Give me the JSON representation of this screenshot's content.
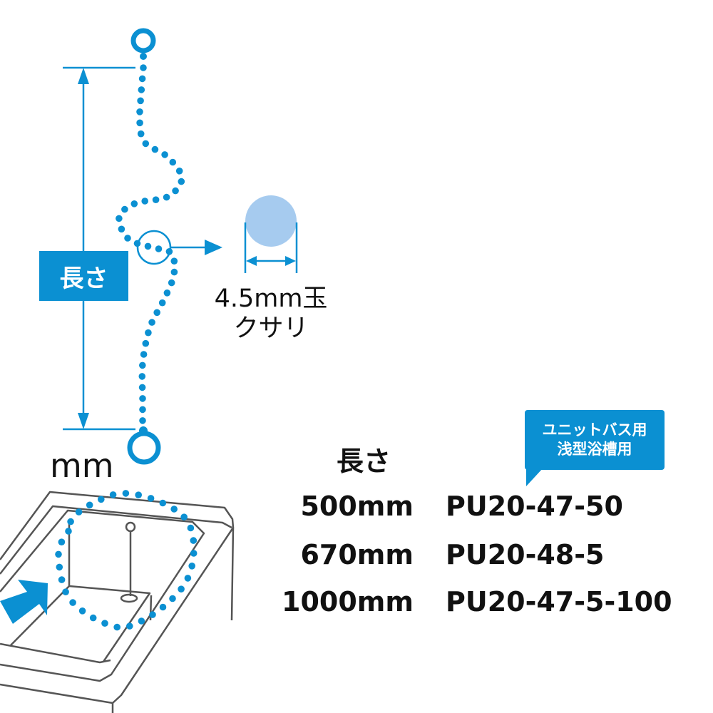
{
  "length_label": "長さ",
  "bead_label_line1": "4.5mm玉",
  "bead_label_line2": "クサリ",
  "unit_mm": "mm",
  "callout_line1": "ユニットバス用",
  "callout_line2": "浅型浴槽用",
  "table": {
    "header": "長さ",
    "rows": [
      {
        "length": "500mm",
        "code": "PU20-47-50"
      },
      {
        "length": "670mm",
        "code": "PU20-48-5"
      },
      {
        "length": "1000mm",
        "code": "PU20-47-5-100"
      }
    ]
  },
  "colors": {
    "accent": "#0b90d2",
    "bead": "#0b90d2",
    "bead_highlight": "#a6cbef",
    "outline": "#555555"
  }
}
